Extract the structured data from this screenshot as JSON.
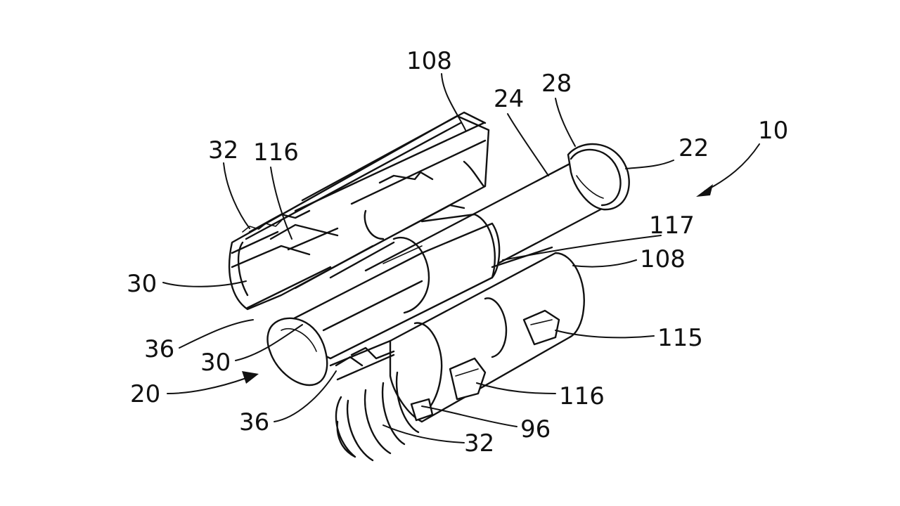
{
  "labels": {
    "l108_top": "108",
    "l24": "24",
    "l28": "28",
    "l10": "10",
    "l22": "22",
    "l32_top": "32",
    "l116_top": "116",
    "l117": "117",
    "l108_mid": "108",
    "l30_left": "30",
    "l36_left": "36",
    "l30_mid": "30",
    "l115": "115",
    "l20": "20",
    "l116_bot": "116",
    "l36_bot": "36",
    "l96": "96",
    "l32_bot": "32"
  }
}
